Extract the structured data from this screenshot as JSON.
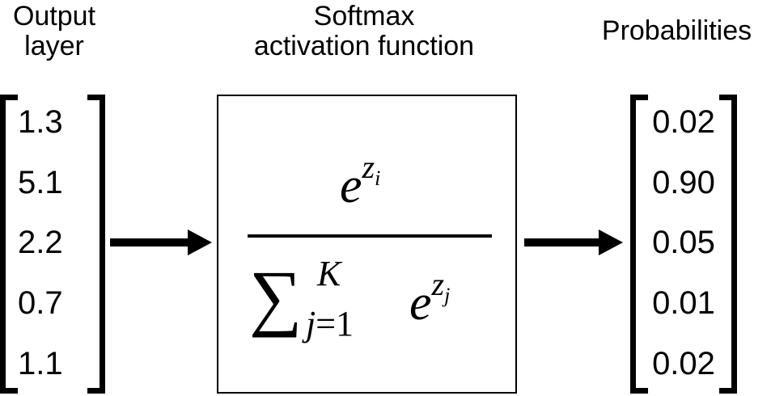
{
  "headers": {
    "output_layer": [
      "Output",
      "layer"
    ],
    "softmax": [
      "Softmax",
      "activation function"
    ],
    "probabilities": "Probabilities"
  },
  "output_layer_values": [
    "1.3",
    "5.1",
    "2.2",
    "0.7",
    "1.1"
  ],
  "probabilities_values": [
    "0.02",
    "0.90",
    "0.05",
    "0.01",
    "0.02"
  ],
  "formula": {
    "numerator_base": "e",
    "numerator_exp_var": "z",
    "numerator_exp_sub": "i",
    "sum_symbol": "∑",
    "sum_upper": "K",
    "sum_lower_var": "j",
    "sum_lower_eq": "=1",
    "denom_base": "e",
    "denom_exp_var": "z",
    "denom_exp_sub": "j"
  }
}
